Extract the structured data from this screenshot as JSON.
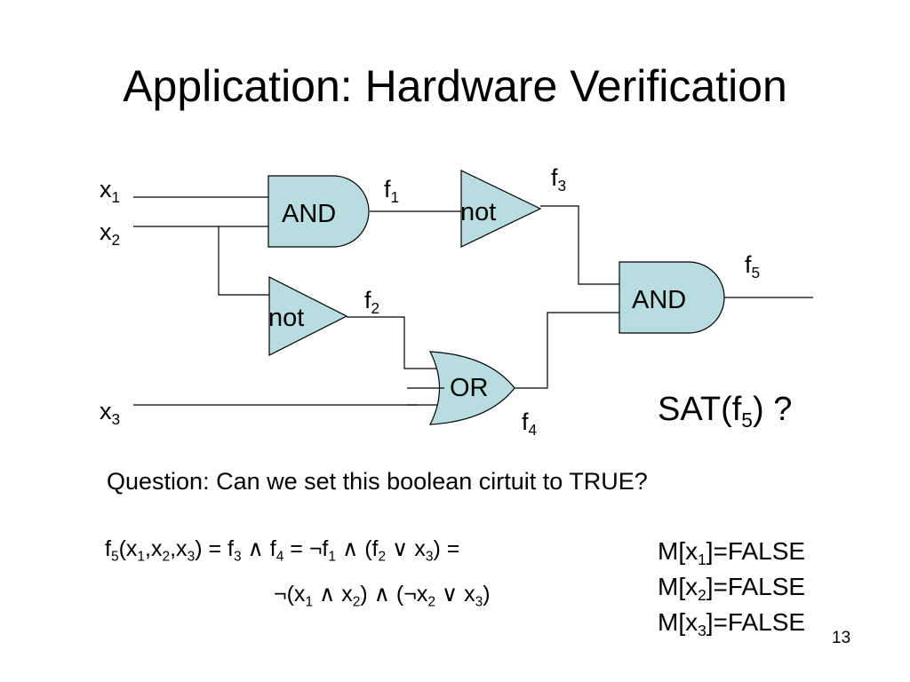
{
  "title": "Application: Hardware Verification",
  "inputs": {
    "x1": {
      "base": "x",
      "sub": "1"
    },
    "x2": {
      "base": "x",
      "sub": "2"
    },
    "x3": {
      "base": "x",
      "sub": "3"
    }
  },
  "gates": {
    "and1": "AND",
    "not1": "not",
    "not2": "not",
    "or1": "OR",
    "and2": "AND"
  },
  "wire_labels": {
    "f1": {
      "base": "f",
      "sub": "1"
    },
    "f2": {
      "base": "f",
      "sub": "2"
    },
    "f3": {
      "base": "f",
      "sub": "3"
    },
    "f4": {
      "base": "f",
      "sub": "4"
    },
    "f5": {
      "base": "f",
      "sub": "5"
    }
  },
  "sat": {
    "prefix": "SAT(f",
    "sub": "5",
    "suffix": ") ?"
  },
  "question": "Question: Can we set this boolean cirtuit to TRUE?",
  "formula": {
    "line1": [
      {
        "t": "f"
      },
      {
        "s": "5"
      },
      {
        "t": "(x"
      },
      {
        "s": "1"
      },
      {
        "t": ",x"
      },
      {
        "s": "2"
      },
      {
        "t": ",x"
      },
      {
        "s": "3"
      },
      {
        "t": ") = f"
      },
      {
        "s": "3"
      },
      {
        "t": " ∧ f"
      },
      {
        "s": "4"
      },
      {
        "t": " = ¬f"
      },
      {
        "s": "1"
      },
      {
        "t": " ∧ (f"
      },
      {
        "s": "2"
      },
      {
        "t": " ∨ x"
      },
      {
        "s": "3"
      },
      {
        "t": ") ="
      }
    ],
    "line2": [
      {
        "t": "¬(x"
      },
      {
        "s": "1"
      },
      {
        "t": " ∧ x"
      },
      {
        "s": "2"
      },
      {
        "t": ") ∧ (¬x"
      },
      {
        "s": "2"
      },
      {
        "t": " ∨ x"
      },
      {
        "s": "3"
      },
      {
        "t": ")"
      }
    ]
  },
  "model": [
    {
      "pre": "M[x",
      "sub": "1",
      "post": "]=FALSE"
    },
    {
      "pre": "M[x",
      "sub": "2",
      "post": "]=FALSE"
    },
    {
      "pre": "M[x",
      "sub": "3",
      "post": "]=FALSE"
    }
  ],
  "page_number": "13",
  "colors": {
    "gate_fill": "#b8dde0",
    "line": "#000000",
    "background": "#ffffff"
  }
}
